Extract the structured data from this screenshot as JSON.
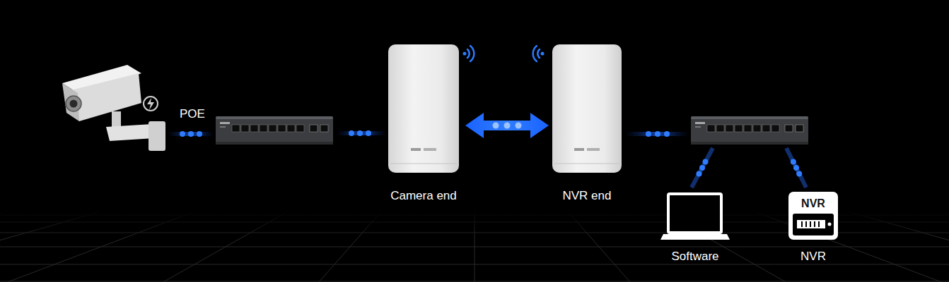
{
  "diagram": {
    "nodes": [
      {
        "text": [
          "Camera end"
        ]
      },
      {
        "text": [
          "NVR end"
        ]
      },
      {
        "text": [
          "Software"
        ]
      },
      {
        "text": [
          "NVR",
          "NVR"
        ]
      }
    ],
    "edges": [
      {
        "from": 0,
        "to": 1,
        "arrow": "both"
      }
    ],
    "labels": [
      "POE"
    ]
  }
}
